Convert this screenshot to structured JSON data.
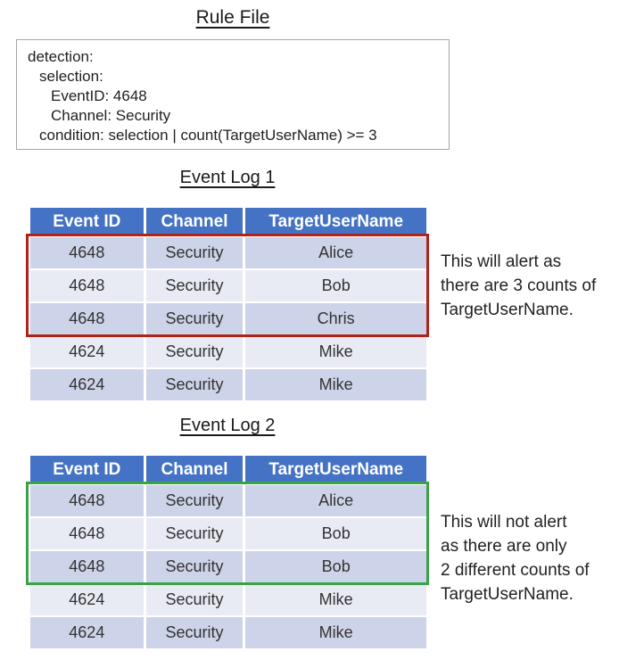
{
  "rule_file": {
    "title": "Rule File",
    "lines": [
      "detection:",
      "selection:",
      "EventID: 4648",
      "Channel: Security",
      "condition: selection | count(TargetUserName) >= 3"
    ]
  },
  "log1": {
    "heading": "Event Log 1",
    "columns": [
      "Event ID",
      "Channel",
      "TargetUserName"
    ],
    "rows": [
      [
        "4648",
        "Security",
        "Alice"
      ],
      [
        "4648",
        "Security",
        "Bob"
      ],
      [
        "4648",
        "Security",
        "Chris"
      ],
      [
        "4624",
        "Security",
        "Mike"
      ],
      [
        "4624",
        "Security",
        "Mike"
      ]
    ],
    "highlighted_rows": "1-3",
    "annotation": [
      "This will alert as",
      "there are 3 counts of",
      "TargetUserName."
    ]
  },
  "log2": {
    "heading": "Event Log 2",
    "columns": [
      "Event ID",
      "Channel",
      "TargetUserName"
    ],
    "rows": [
      [
        "4648",
        "Security",
        "Alice"
      ],
      [
        "4648",
        "Security",
        "Bob"
      ],
      [
        "4648",
        "Security",
        "Bob"
      ],
      [
        "4624",
        "Security",
        "Mike"
      ],
      [
        "4624",
        "Security",
        "Mike"
      ]
    ],
    "highlighted_rows": "1-3",
    "annotation": [
      "This will not alert",
      "as there are only",
      "2 different counts of",
      "TargetUserName."
    ]
  },
  "colors": {
    "header_blue": "#4472c4",
    "row_dark": "#cdd3e8",
    "row_light": "#e8eaf4",
    "alert_box_red": "#b02318",
    "no_alert_box_green": "#3ba347",
    "rule_box_border": "#a6a6a6"
  }
}
